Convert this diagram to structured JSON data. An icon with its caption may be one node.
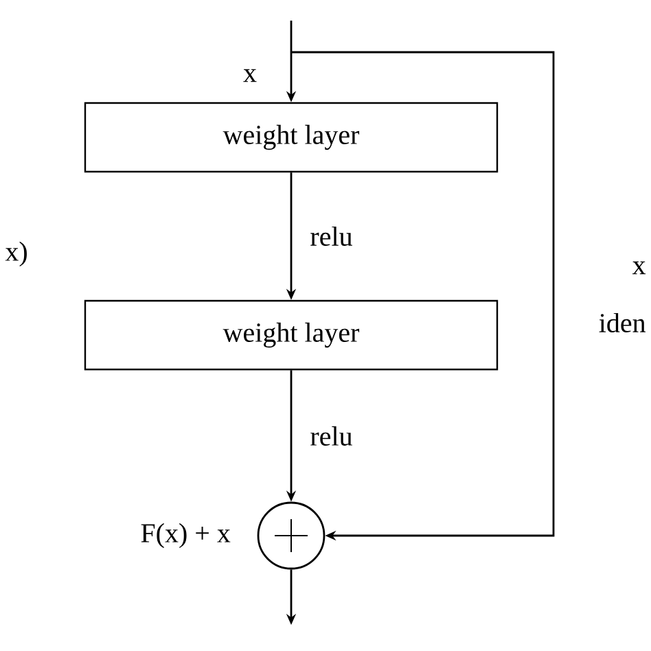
{
  "diagram": {
    "nodes": [
      {
        "text": [
          "weight layer"
        ]
      },
      {
        "text": [
          "weight layer"
        ]
      },
      {
        "text": [],
        "shape": "circle",
        "beside": [
          "F(x) + x"
        ]
      }
    ],
    "edges": [
      {
        "from": null,
        "to": 0,
        "arrow": "to"
      },
      {
        "from": 0,
        "to": 1,
        "arrow": "to",
        "label": "relu"
      },
      {
        "from": 1,
        "to": 2,
        "arrow": "to",
        "label": "relu"
      },
      {
        "from": null,
        "to": 2,
        "arrow": "to"
      },
      {
        "from": 2,
        "to": null,
        "arrow": "to"
      }
    ],
    "labels": [
      "x",
      "x)",
      "x",
      "iden"
    ]
  }
}
